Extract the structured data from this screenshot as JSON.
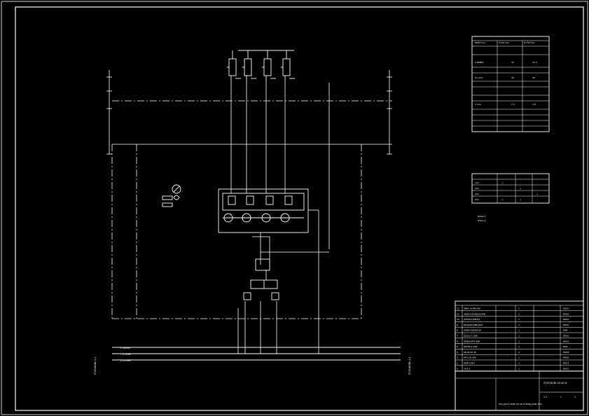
{
  "colors": {
    "background": "#000000",
    "line": "#ffffff",
    "dim": "#bfbfbf"
  },
  "drawing": {
    "sheet_title": "zhu you ji zhan ye ya xi tong yuan li tu",
    "drawing_number": "ZY2016GB1-03-00-YL",
    "scale_label": "1:1",
    "sheet_count": "1",
    "sheet_index": "1",
    "left_vertical_label_1": "ZY2016GB1-1-1",
    "left_vertical_label_2": "ZY2016GB1-1-2",
    "bus_labels": [
      "P",
      "T",
      "L"
    ],
    "bus_left_texts": [
      "P 28MPa",
      "T 0.3MPa",
      "L 0.1MPa"
    ],
    "note_1": "Notes 1",
    "note_2": "Notes 2"
  },
  "param_table": {
    "header": [
      "DN25 mm",
      "d=32 mm",
      "D=50 mm"
    ],
    "rows": [
      [
        "P 28MPa",
        "25",
        "31.5"
      ],
      [
        "Q L/min",
        "40",
        "50"
      ],
      [
        "V m/s",
        "1.2",
        "1.6"
      ]
    ]
  },
  "valve_table": {
    "rows": [
      [
        "1YA",
        "+",
        "-",
        "-"
      ],
      [
        "2YA",
        "-",
        "+",
        "-"
      ],
      [
        "3YA",
        "-",
        "-",
        "+"
      ],
      [
        "4YA",
        "+",
        "+",
        "-"
      ]
    ]
  },
  "bom": {
    "rows": [
      [
        "12",
        "DBW-10-PB-50X",
        "1",
        "DN10"
      ],
      [
        "11",
        "4WE10-E31B/CG24N",
        "1",
        "DN10"
      ],
      [
        "10",
        "Z2FS10-30B/S2",
        "1",
        "DN10"
      ],
      [
        "9",
        "DR10DP-30B/100Y",
        "1",
        "DN10"
      ],
      [
        "8",
        "4WE6-G6X/EG24",
        "1",
        "DN6"
      ],
      [
        "7",
        "Z2S10-1-30B",
        "1",
        "DN10"
      ],
      [
        "6",
        "ZDB10VP2-40B",
        "1",
        "DN10"
      ],
      [
        "5",
        "Z2FS6-2-44B",
        "1",
        "DN6"
      ],
      [
        "4",
        "SK-16-20-10",
        "4",
        "DN16"
      ],
      [
        "3",
        "HP2-20-400",
        "1",
        "DN20"
      ],
      [
        "2",
        "WZP-12B-1",
        "1",
        "DN12"
      ],
      [
        "1",
        "YK-1.0",
        "1",
        "DN10"
      ]
    ]
  },
  "actuators": [
    "1",
    "2",
    "3",
    "4"
  ]
}
